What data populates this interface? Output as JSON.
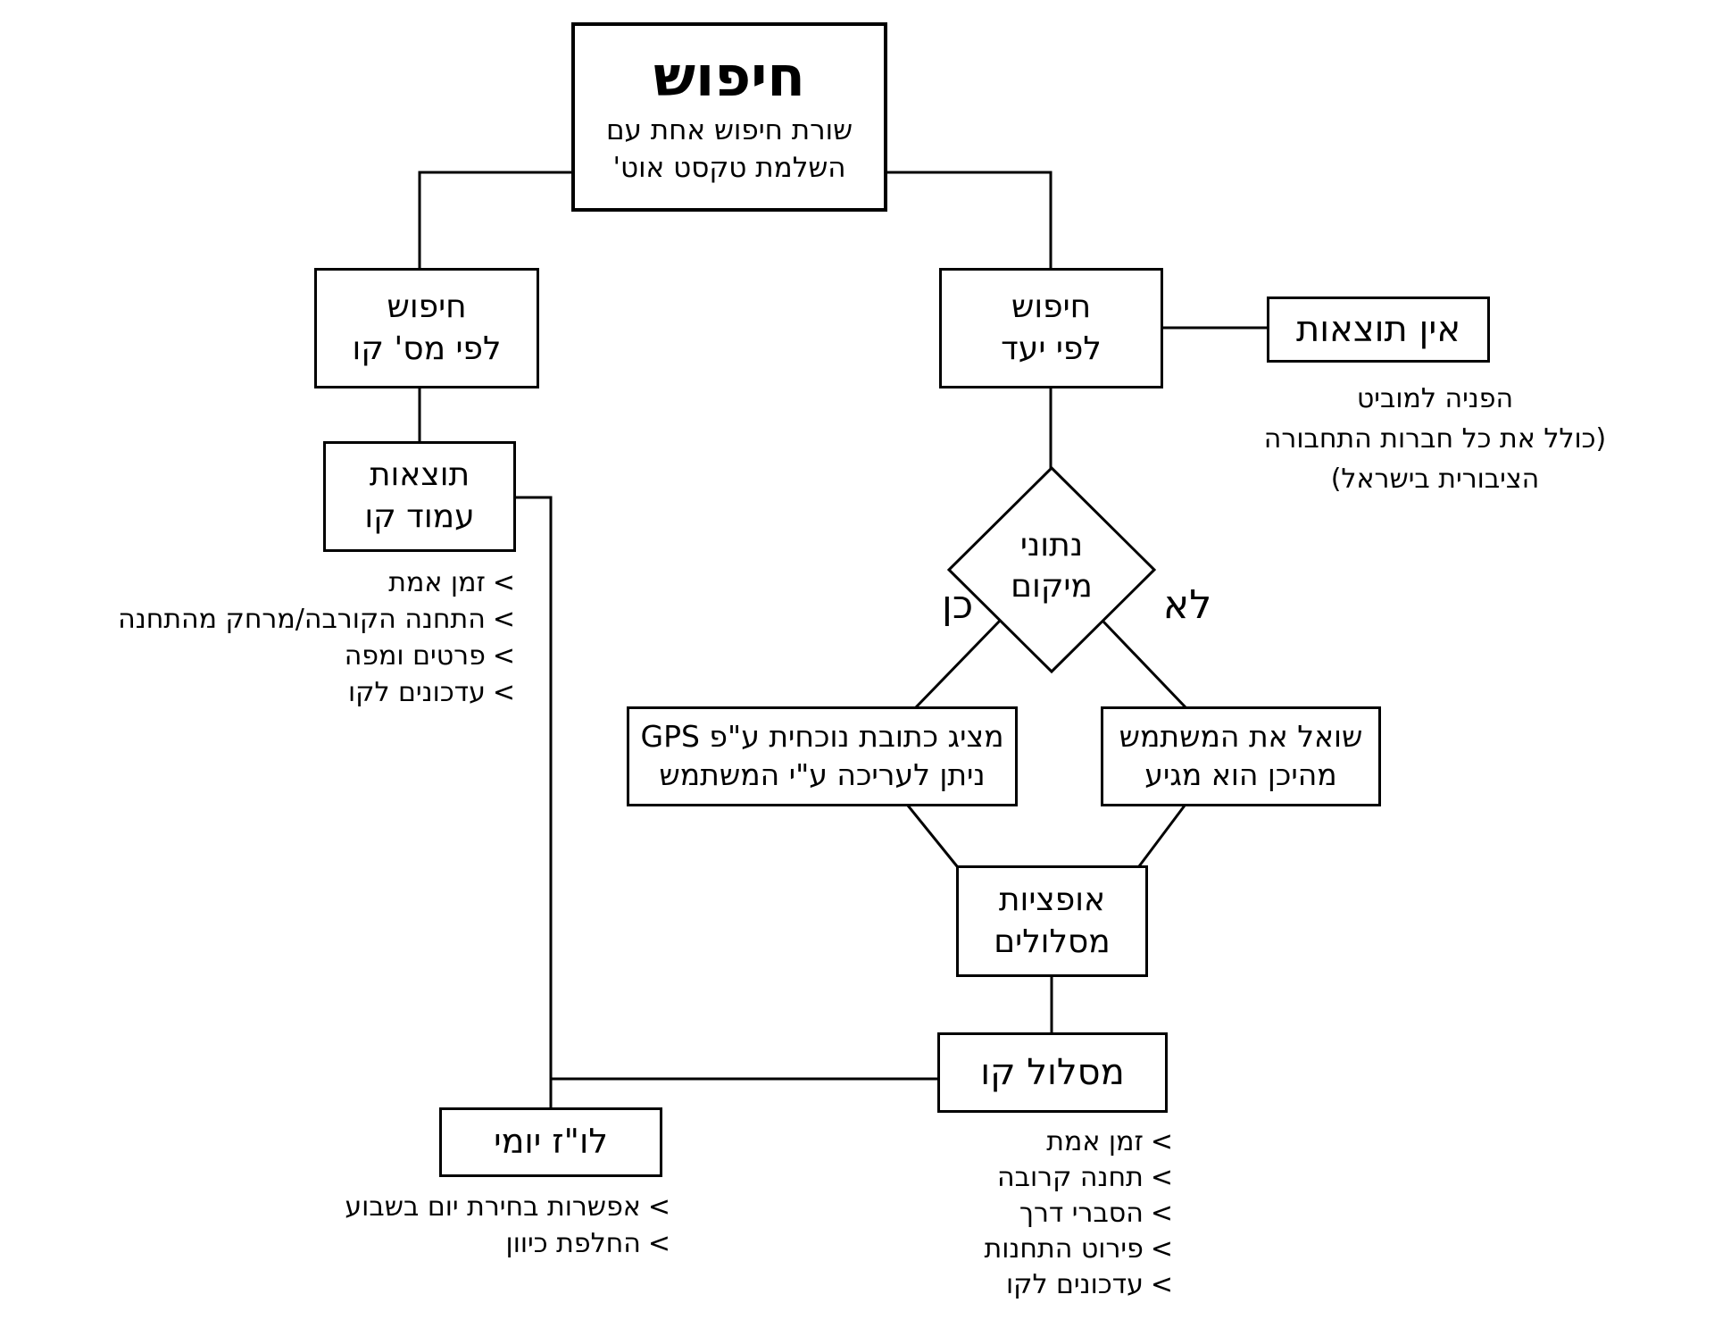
{
  "ui": {
    "bullet": "<",
    "line_color": "#000000",
    "box_background": "#ffffff"
  },
  "nodes": {
    "root": {
      "title": "חיפוש",
      "subtitle": "שורת חיפוש אחת עם\nהשלמת טקסט אוט'"
    },
    "search_by_line": {
      "label": "חיפוש\nלפי מס' קו"
    },
    "search_by_destination": {
      "label": "חיפוש\nלפי יעד"
    },
    "no_results": {
      "label": "אין תוצאות",
      "note": "הפניה למוביט\n(כולל את כל חברות התחבורה\nהציבורית בישראל)"
    },
    "line_page_results": {
      "label": "תוצאות\nעמוד קו",
      "items": [
        "זמן אמת",
        "התחנה הקורבה/מרחק מהתחנה",
        "פרטים ומפה",
        "עדכונים לקו"
      ]
    },
    "location_decision": {
      "label": "נתוני\nמיקום",
      "yes_label": "כן",
      "no_label": "לא"
    },
    "gps_address": {
      "label": "מציג כתובת נוכחית ע\"פ GPS\nניתן לעריכה ע\"י המשתמש"
    },
    "ask_user": {
      "label": "שואל את המשתמש\nמהיכן הוא מגיע"
    },
    "route_options": {
      "label": "אופציות\nמסלולים"
    },
    "line_route": {
      "label": "מסלול קו",
      "items": [
        "זמן אמת",
        "תחנה קרובה",
        "הסברי דרך",
        "פירוט התחנות",
        "עדכונים לקו"
      ]
    },
    "daily_schedule": {
      "label": "לו\"ז יומי",
      "items": [
        "אפשרות בחירת יום בשבוע",
        "החלפת כיוון"
      ]
    }
  }
}
